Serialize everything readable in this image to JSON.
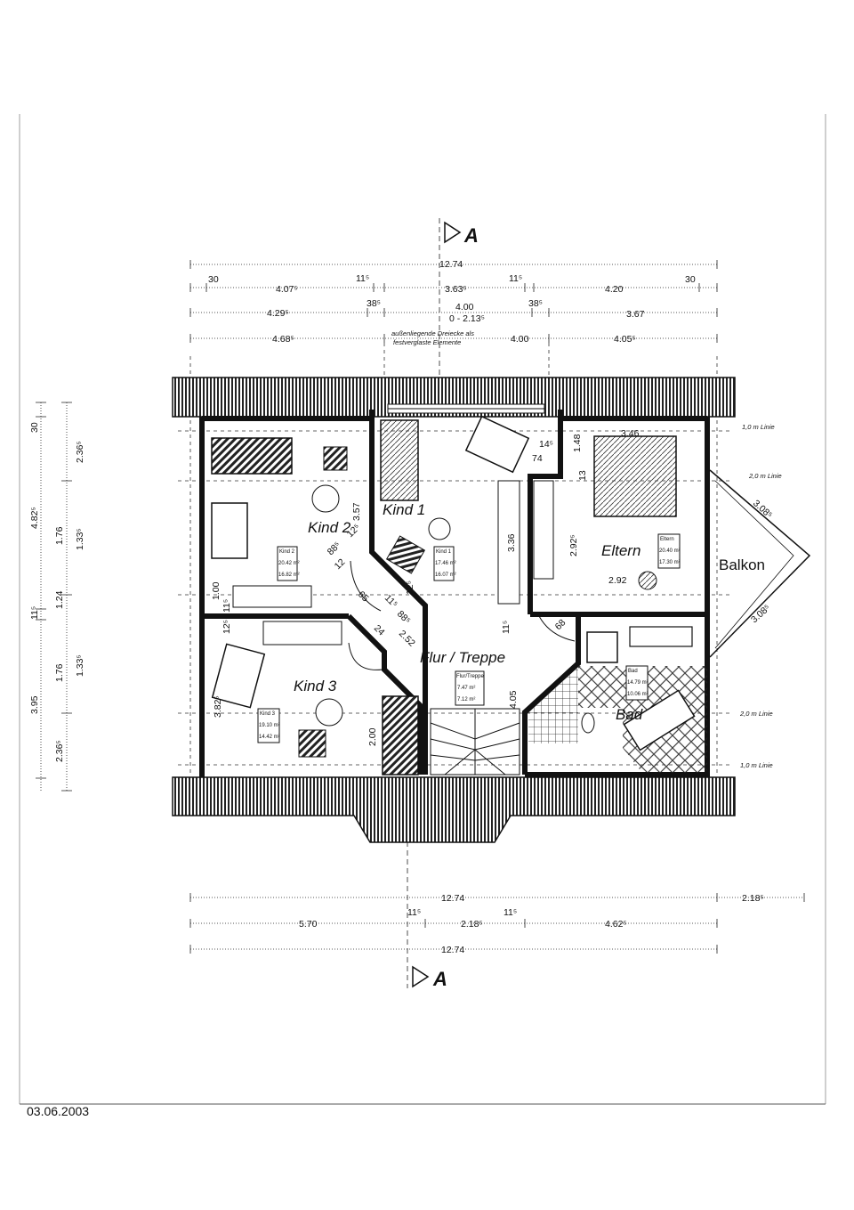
{
  "section_marker": "A",
  "footer": {
    "date": "03.06.2003"
  },
  "rooms": {
    "kind1": {
      "label": "Kind 1",
      "tag": "Kind 1",
      "area1": "17.46 m²",
      "area2": "16.07 m²"
    },
    "kind2": {
      "label": "Kind 2",
      "tag": "Kind 2",
      "area1": "20.42 m²",
      "area2": "16.82 m²"
    },
    "kind3": {
      "label": "Kind 3",
      "tag": "Kind 3",
      "area1": "19.10 m²",
      "area2": "14.42 m²"
    },
    "eltern": {
      "label": "Eltern",
      "tag": "Eltern",
      "area1": "20.40 m²",
      "area2": "17.30 m²"
    },
    "flur": {
      "label": "Flur / Treppe",
      "tag": "Flur/Treppe",
      "area1": "7.47 m²",
      "area2": "7.12 m²"
    },
    "bad": {
      "label": "Bad",
      "tag": "Bad",
      "area1": "14.79 m²",
      "area2": "10.06 m²"
    },
    "balkon": {
      "label": "Balkon"
    }
  },
  "annotations": {
    "note_line1": "außenliegende Dreiecke als",
    "note_line2": "festverglaste Elemente",
    "line_1m_top": "1,0 m Linie",
    "line_2m_top": "2,0 m Linie",
    "line_2m_bottom": "2,0 m Linie",
    "line_1m_bottom": "1,0 m Linie"
  },
  "top_dims": {
    "total": "12.74",
    "r2": [
      "30",
      "4.07⁵",
      "11⁵",
      "3.63⁵",
      "11⁵",
      "4.20",
      "30"
    ],
    "r3": [
      "4.29⁵",
      "38⁵",
      "4.00",
      "38⁵",
      "3.67"
    ],
    "r3_sub": "0 - 2.13⁵",
    "r4": [
      "4.68⁵",
      "4.00",
      "4.05⁵"
    ]
  },
  "bottom_dims": {
    "total1": "12.74",
    "balcony": "2.18⁵",
    "r2": [
      "5.70",
      "11⁵",
      "2.18⁵",
      "11⁵",
      "4.62⁵"
    ],
    "total2": "12.74"
  },
  "left_dims": {
    "col1": [
      "30",
      "4.82⁵",
      "11⁵",
      "3.95"
    ],
    "col2": [
      "1.76",
      "1.24",
      "1.76"
    ],
    "col3": [
      "2.36⁵",
      "1.33⁵",
      "1.33⁵",
      "2.36⁵"
    ]
  },
  "inner_dims": {
    "kind2_h": "3.57",
    "kind2_d1": "12",
    "kind2_d2": "88⁵",
    "kind2_d3": "12⁵",
    "kind2_win": "1.00",
    "kind2_win2": "11⁵",
    "kind3_h": "3.82⁵",
    "kind3_d": "12⁵",
    "k3_w": "2.00",
    "flur_1": "65",
    "flur_2": "11⁵",
    "flur_3": "24",
    "flur_4": "88⁵",
    "flur_5": "2.52",
    "flur_6": "12⁵",
    "kind1_h": "3.36",
    "eltern_h": "2.92⁵",
    "eltern_top": "1.48",
    "eltern_w": "3.46",
    "eltern_b": "2.92",
    "eltern_c": "13",
    "eltern_d1": "14⁵",
    "eltern_d2": "74",
    "bad_1": "68",
    "bad_2": "4.05",
    "bad_3": "11⁵",
    "balkon_1": "3.08⁵",
    "balkon_2": "3.08⁵"
  }
}
